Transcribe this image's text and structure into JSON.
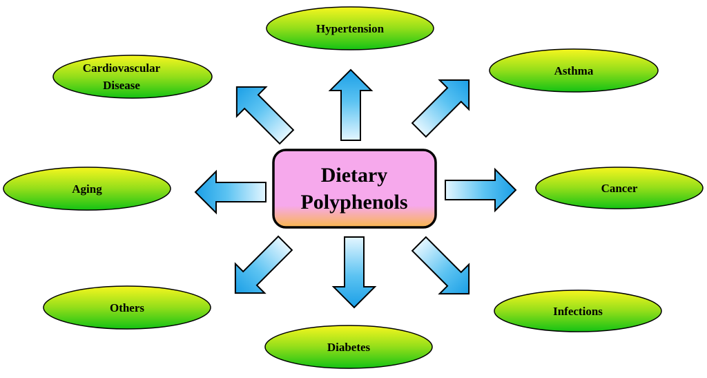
{
  "center": {
    "line1": "Dietary",
    "line2": "Polyphenols"
  },
  "nodes": {
    "hypertension": "Hypertension",
    "cardiovascular_line1": "Cardiovascular",
    "cardiovascular_line2": "Disease",
    "asthma": "Asthma",
    "aging": "Aging",
    "cancer": "Cancer",
    "others": "Others",
    "infections": "Infections",
    "diabetes": "Diabetes"
  },
  "colors": {
    "ellipse_fill_top": "#f5f51e",
    "ellipse_fill_bottom": "#16c516",
    "arrow_fill_light": "#dff3fe",
    "arrow_fill_dark": "#1ea3e8",
    "center_fill_top": "#f7a8ea",
    "center_fill_bottom": "#f8b556",
    "outline": "#000000"
  }
}
